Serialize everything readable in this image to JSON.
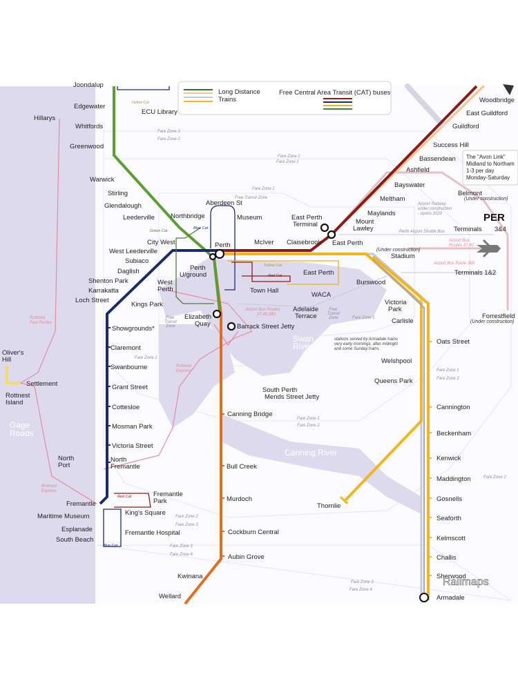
{
  "stations": {
    "joondalup": "Joondalup",
    "edgewater": "Edgewater",
    "whitfords": "Whitfords",
    "greenwood": "Greenwood",
    "warwick": "Warwick",
    "stirling": "Stirling",
    "glendalough": "Glendalough",
    "leederville": "Leederville",
    "city_west": "City West",
    "west_leederville": "West Leederville",
    "subiaco": "Subiaco",
    "daglish": "Daglish",
    "shenton_park": "Shenton Park",
    "karrakatta": "Karrakatta",
    "loch_street": "Loch Street",
    "showgrounds": "Showgrounds*",
    "claremont": "Claremont",
    "swanbourne": "Swanbourne",
    "grant_street": "Grant Street",
    "cottesloe": "Cottesloe",
    "mosman_park": "Mosman Park",
    "victoria_street": "Victoria Street",
    "north_fremantle": "North\nFremantle",
    "fremantle": "Fremantle",
    "maritime_museum": "Maritime Museum",
    "esplanade": "Esplanade",
    "south_beach": "South Beach",
    "kings_square": "King's Square",
    "fremantle_park": "Fremantle\nPark",
    "fremantle_hospital": "Fremantle Hospital",
    "hillarys": "Hillarys",
    "olivers_hill": "Oliver's\nHill",
    "settlement": "Settlement",
    "rottnest_island": "Rottnest\nIsland",
    "north_port": "North\nPort",
    "ecu_library": "ECU Library",
    "northbridge": "Northbridge",
    "aberdeen_st": "Aberdeen St",
    "museum": "Museum",
    "perth": "Perth",
    "perth_underground": "Perth\nU/ground",
    "west_perth": "West\nPerth",
    "kings_park": "Kings Park",
    "elizabeth_quay": "Elizabeth\nQuay",
    "barrack_street_jetty": "Barrack Street Jetty",
    "town_hall": "Town Hall",
    "waca": "WACA",
    "east_perth_cat": "East Perth",
    "mciver": "McIver",
    "claisebrook": "Claisebrook",
    "east_perth_terminal": "East Perth\nTerminal",
    "east_perth": "East Perth",
    "mount_lawley": "Mount\nLawley",
    "maylands": "Maylands",
    "meltham": "Meltham",
    "bayswater": "Bayswater",
    "ashfield": "Ashfield",
    "bassendean": "Bassendean",
    "success_hill": "Success Hill",
    "guildford": "Guildford",
    "east_guildford": "East Guildford",
    "woodbridge": "Woodbridge",
    "belmont": "Belmont",
    "belmont_note": "(Under construction)",
    "airport_code": "PER",
    "terminals_34": "Terminals",
    "terminals_34_num": "3&4",
    "terminals_12": "Terminals 1&2",
    "forrestfield": "Forrestfield",
    "forrestfield_note": "(Under construction)",
    "stadium": "Stadium",
    "stadium_note": "(Under construction)",
    "burswood": "Burswood",
    "victoria_park": "Victoria\nPark",
    "carlisle": "Carlisle",
    "oats_street": "Oats Street",
    "welshpool": "Welshpool",
    "queens_park": "Queens Park",
    "cannington": "Cannington",
    "beckenham": "Beckenham",
    "kenwick": "Kenwick",
    "maddington": "Maddington",
    "gosnells": "Gosnells",
    "seaforth": "Seaforth",
    "kelmscott": "Kelmscott",
    "challis": "Challis",
    "sherwood": "Sherwood",
    "armadale": "Armadale",
    "thornlie": "Thornlie",
    "adelaide_terrace": "Adelaide\nTerrace",
    "south_perth": "South Perth\nMends Street Jetty",
    "canning_bridge": "Canning Bridge",
    "bull_creek": "Bull Creek",
    "murdoch": "Murdoch",
    "cockburn_central": "Cockburn Central",
    "aubin_grove": "Aubin Grove",
    "kwinana": "Kwinana",
    "wellard": "Wellard"
  },
  "legend": {
    "long_distance": "Long Distance\nTrains",
    "cat_buses": "Free Central Area Transit (CAT) buses"
  },
  "labels": {
    "yellow_cat": "Yellow Cat",
    "red_cat": "Red Cat",
    "blue_cat": "Blue Cat",
    "green_cat": "Green Cat",
    "avon_link": "The \"Avon Link\"\nMidland to Northam\n1-3 per day\nMonday-Saturday",
    "airport_railway": "Airport Railway\nunder construction\n- opens 2020",
    "airport_shuttle": "Perth Airport Shuttle Bus",
    "airport_bus_3740": "Airport Bus\nRoutes 37,40",
    "airport_bus_380": "Airport Bus Route 380",
    "airport_bus_routes": "Airport Bus Routes\n37,40,380",
    "rottnest_fast_ferries": "Rottnest\nFast Ferries",
    "rottnest_express": "Rottnest\nExpress",
    "rottnest_express_2": "Rottnest\nExpress",
    "free_transit_zone": "Free Transit Zone",
    "free_transit_zone_2": "Free\nTransit\nZone",
    "free_transit_zone_3": "Free\nTransit\nZone",
    "armadale_note": "stations served by Armadale trains\nvery early mornings, after midnight\nand some Sunday trains",
    "swan_river": "Swan\nRiver",
    "canning_river": "Canning River",
    "gage_roads": "Gage\nRoads",
    "watermark": "Railmaps",
    "fz_12": "Fare Zone 1",
    "fz_2": "Fare Zone 2",
    "fz_3": "Fare Zone 3",
    "fz_4": "Fare Zone 4"
  },
  "colors": {
    "joondalup_line": "#5a9e32",
    "fremantle_line": "#1b2a6e",
    "midland_line": "#8b1a1a",
    "armadale_line": "#f2b51e",
    "mandurah_line": "#e16d1e",
    "airport_line": "#d9aeb0",
    "long_distance": "#f5c38b",
    "cat_red": "#8b1a1a",
    "cat_blue": "#1b2a6e",
    "cat_yellow": "#e8b420",
    "cat_green": "#4a7e3a",
    "water": "#dcdaec",
    "ferry": "#e88aa0"
  }
}
